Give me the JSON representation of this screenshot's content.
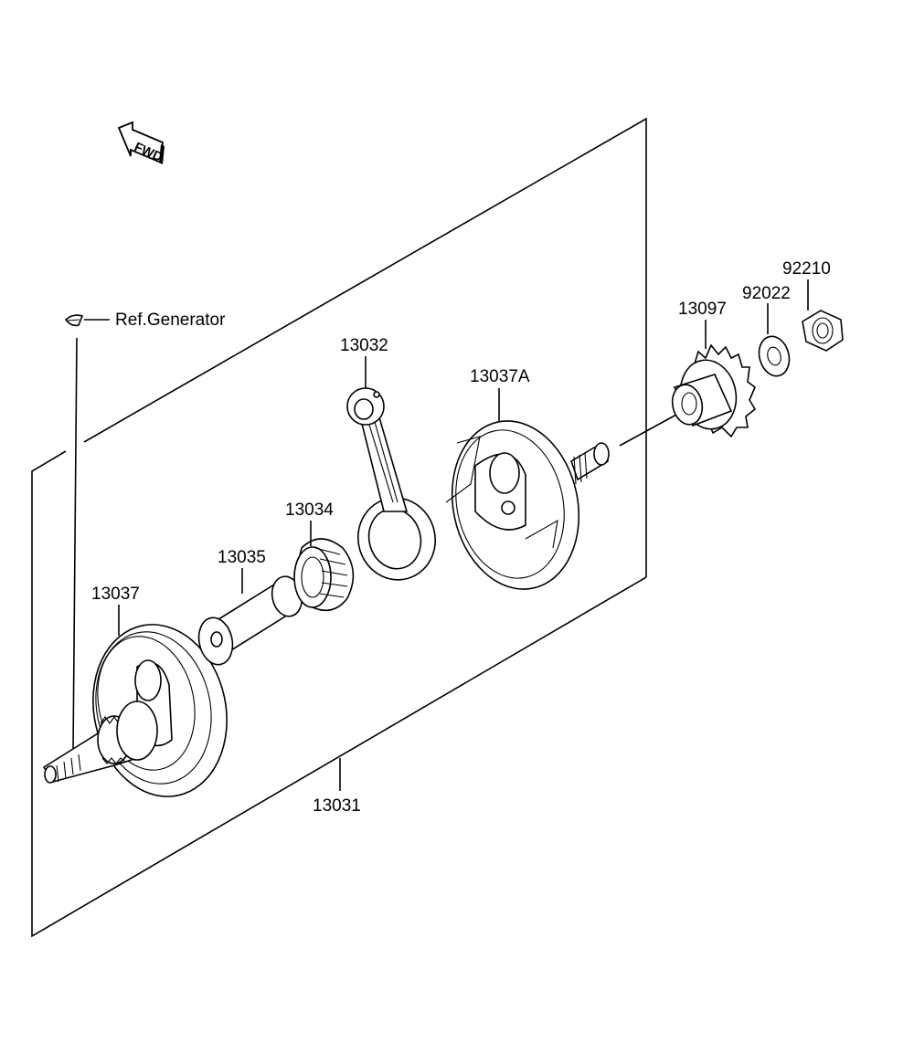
{
  "diagram": {
    "fwd_label": "FWD",
    "parts": [
      {
        "id": "ref_generator",
        "label": "Ref.Generator"
      },
      {
        "id": "p13032",
        "label": "13032"
      },
      {
        "id": "p13037A",
        "label": "13037A"
      },
      {
        "id": "p13097",
        "label": "13097"
      },
      {
        "id": "p92022",
        "label": "92022"
      },
      {
        "id": "p92210",
        "label": "92210"
      },
      {
        "id": "p13034",
        "label": "13034"
      },
      {
        "id": "p13035",
        "label": "13035"
      },
      {
        "id": "p13037",
        "label": "13037"
      },
      {
        "id": "p13031",
        "label": "13031"
      }
    ]
  }
}
